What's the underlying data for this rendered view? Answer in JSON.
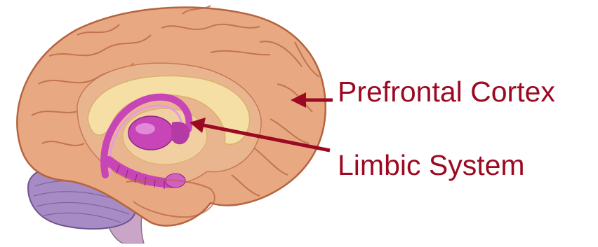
{
  "labels": {
    "prefrontal_cortex": "Prefrontal Cortex",
    "limbic_system": "Limbic System"
  },
  "colors": {
    "label_text": "#9b0a22",
    "arrow": "#9b0a22",
    "cortex": "#e8a882",
    "cortex_shadow": "#c9785a",
    "sulci": "#b5643f",
    "corpus_callosum": "#f6dfa4",
    "limbic": "#c845b8",
    "limbic_light": "#e79be0",
    "cerebellum": "#a78bc4",
    "brainstem": "#c9a6c8",
    "background": "#ffffff"
  },
  "icons": {
    "brain": "brain-medial-view-illustration",
    "arrow": "arrow-left"
  }
}
